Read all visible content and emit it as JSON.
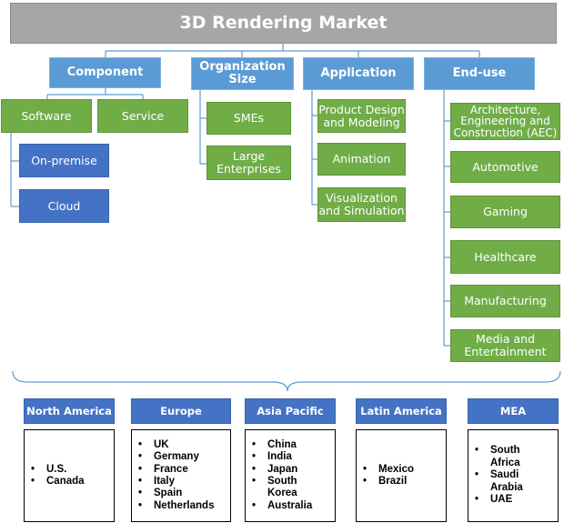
{
  "title": "3D Rendering Market",
  "categories": {
    "component": "Component",
    "organization_size": "Organization Size",
    "application": "Application",
    "end_use": "End-use"
  },
  "component": {
    "software": "Software",
    "service": "Service",
    "on_premise": "On-premise",
    "cloud": "Cloud"
  },
  "organization_size": {
    "smes": "SMEs",
    "large_enterprises": "Large Enterprises"
  },
  "application": {
    "product_design": "Product Design and Modeling",
    "animation": "Animation",
    "visualization": "Visualization and Simulation"
  },
  "end_use": {
    "aec": "Architecture, Engineering and Construction (AEC)",
    "automotive": "Automotive",
    "gaming": "Gaming",
    "healthcare": "Healthcare",
    "manufacturing": "Manufacturing",
    "media": "Media and Entertainment"
  },
  "regions": [
    {
      "name": "North America",
      "countries": [
        "U.S.",
        "Canada"
      ]
    },
    {
      "name": "Europe",
      "countries": [
        "UK",
        "Germany",
        "France",
        "Italy",
        "Spain",
        "Netherlands"
      ]
    },
    {
      "name": "Asia Pacific",
      "countries": [
        "China",
        "India",
        "Japan",
        "South Korea",
        "Australia"
      ]
    },
    {
      "name": "Latin America",
      "countries": [
        "Mexico",
        "Brazil"
      ]
    },
    {
      "name": "MEA",
      "countries": [
        "South Africa",
        "Saudi Arabia",
        "UAE"
      ]
    }
  ],
  "colors": {
    "title_bg": "#a6a6a6",
    "category_bg": "#5b9bd5",
    "leaf_green": "#70ad47",
    "leaf_blue": "#4472c4",
    "connector": "#5b9bd5"
  }
}
